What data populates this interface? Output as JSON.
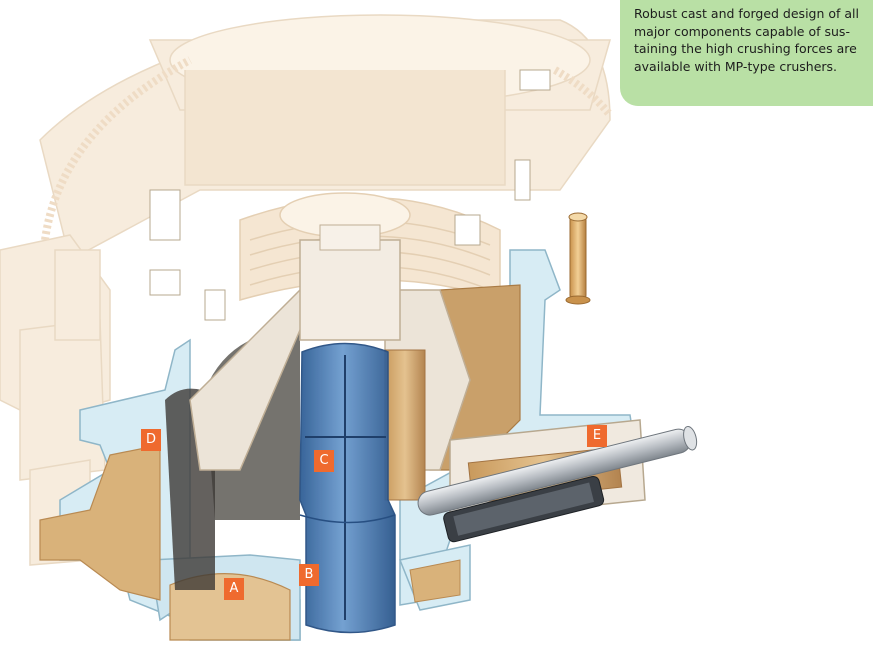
{
  "callout": {
    "lines": [
      "Robust cast and forged design of all",
      "major components capable of sus-",
      "taining the high crushing forces are",
      "available with MP-type crushers."
    ]
  },
  "labels": {
    "a": "A",
    "b": "B",
    "c": "C",
    "d": "D",
    "e": "E"
  },
  "colors": {
    "ghost": "#f7ecdd",
    "ghost_line": "#e9d9c3",
    "casting": "#d7ecf4",
    "casting_line": "#8fb6c8",
    "bronze": "#d9b27a",
    "bronze_dark": "#b98a52",
    "shaft_blue": "#4f7fb8",
    "shaft_blue_dark": "#274f82",
    "steel": "#c9cdd2",
    "label": "#ef6a2e",
    "callout": "#b9e0a5"
  }
}
